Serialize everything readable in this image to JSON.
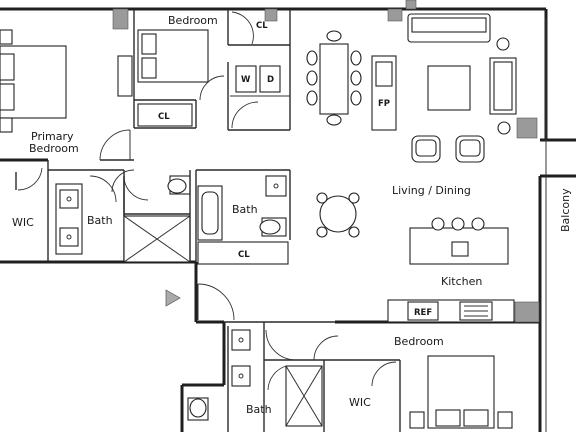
{
  "rooms": {
    "bedroom_top": "Bedroom",
    "primary_bedroom_line1": "Primary",
    "primary_bedroom_line2": "Bedroom",
    "wic_left": "WIC",
    "bath_left": "Bath",
    "bath_center": "Bath",
    "living_dining": "Living / Dining",
    "kitchen": "Kitchen",
    "balcony": "Balcony",
    "bedroom_bottom": "Bedroom",
    "wic_bottom": "WIC",
    "bath_bottom": "Bath"
  },
  "fixtures": {
    "closet_top_right": "CL",
    "closet_bedroom": "CL",
    "closet_hall": "CL",
    "washer": "W",
    "dryer": "D",
    "fireplace": "FP",
    "refrigerator": "REF"
  },
  "colors": {
    "wall": "#1f1f1f",
    "structural_column": "#9a9a9a",
    "background": "#ffffff"
  }
}
